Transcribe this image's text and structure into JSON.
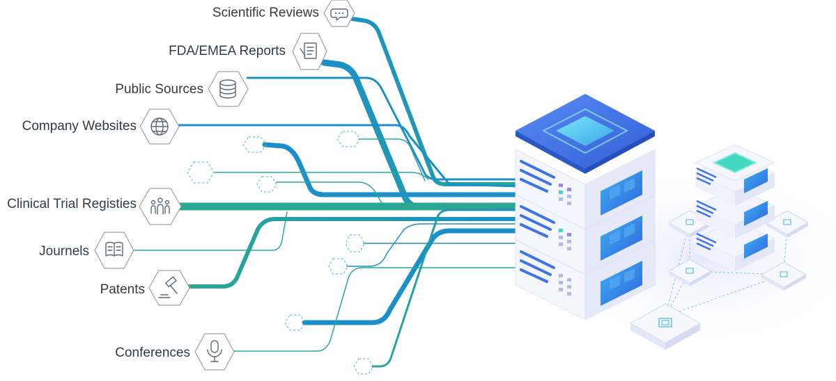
{
  "sources": [
    {
      "id": "scientific-reviews",
      "label": "Scientific Reviews",
      "icon": "speech-bubble-icon"
    },
    {
      "id": "fda-emea-reports",
      "label": "FDA/EMEA Reports",
      "icon": "document-pen-icon"
    },
    {
      "id": "public-sources",
      "label": "Public Sources",
      "icon": "database-icon"
    },
    {
      "id": "company-websites",
      "label": "Company Websites",
      "icon": "globe-icon"
    },
    {
      "id": "clinical-trial-registries",
      "label": "Clinical Trial Registies",
      "icon": "people-group-icon"
    },
    {
      "id": "journels",
      "label": "Journels",
      "icon": "open-book-icon"
    },
    {
      "id": "patents",
      "label": "Patents",
      "icon": "gavel-icon"
    },
    {
      "id": "conferences",
      "label": "Conferences",
      "icon": "microphone-icon"
    }
  ],
  "colors": {
    "blue": "#1b8fc9",
    "teal": "#2aa893",
    "server_top": "#3f6fe6",
    "server_body": "#eef0fb",
    "panel": "#2f7fe9",
    "node_accent": "#3ed6b8"
  }
}
